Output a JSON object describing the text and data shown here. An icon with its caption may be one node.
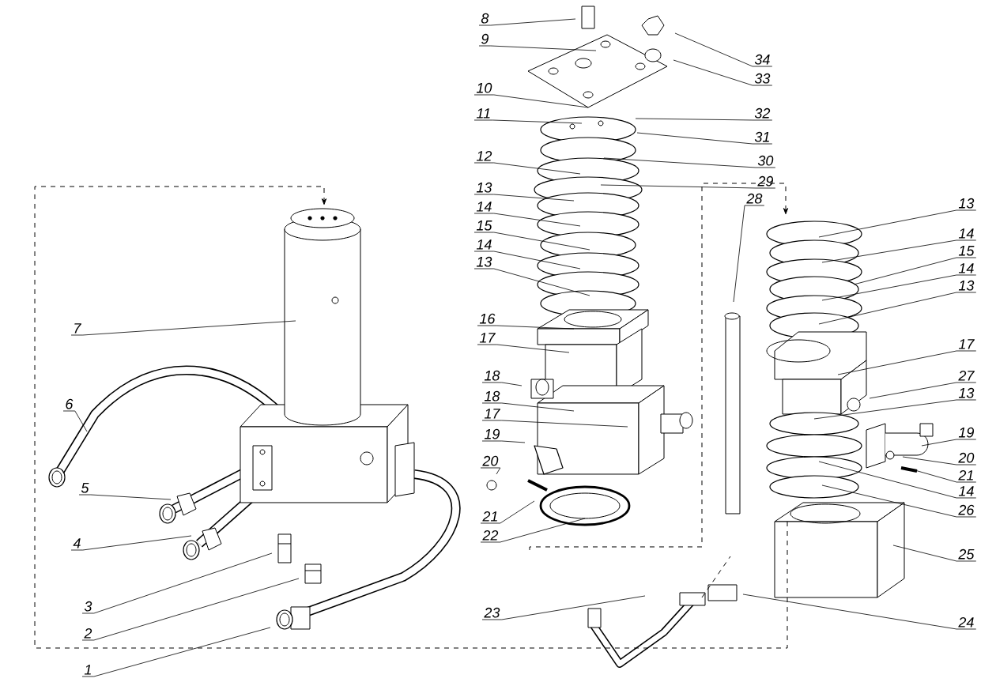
{
  "diagram": {
    "nodes": [
      {
        "text": [
          "7"
        ]
      },
      {
        "text": [
          "6"
        ]
      },
      {
        "text": [
          "5"
        ]
      },
      {
        "text": [
          "4"
        ]
      },
      {
        "text": [
          "3"
        ]
      },
      {
        "text": [
          "2"
        ]
      },
      {
        "text": [
          "1"
        ]
      },
      {
        "text": [
          "8"
        ]
      },
      {
        "text": [
          "9"
        ]
      },
      {
        "text": [
          "10"
        ]
      },
      {
        "text": [
          "11"
        ]
      },
      {
        "text": [
          "12"
        ]
      },
      {
        "text": [
          "13"
        ]
      },
      {
        "text": [
          "14"
        ]
      },
      {
        "text": [
          "15"
        ]
      },
      {
        "text": [
          "14"
        ]
      },
      {
        "text": [
          "13"
        ]
      },
      {
        "text": [
          "16"
        ]
      },
      {
        "text": [
          "17"
        ]
      },
      {
        "text": [
          "18"
        ]
      },
      {
        "text": [
          "18"
        ]
      },
      {
        "text": [
          "17"
        ]
      },
      {
        "text": [
          "19"
        ]
      },
      {
        "text": [
          "20"
        ]
      },
      {
        "text": [
          "21"
        ]
      },
      {
        "text": [
          "22"
        ]
      },
      {
        "text": [
          "23"
        ]
      },
      {
        "text": [
          "34"
        ]
      },
      {
        "text": [
          "33"
        ]
      },
      {
        "text": [
          "32"
        ]
      },
      {
        "text": [
          "31"
        ]
      },
      {
        "text": [
          "30"
        ]
      },
      {
        "text": [
          "29"
        ]
      },
      {
        "text": [
          "28"
        ]
      },
      {
        "text": [
          "13"
        ]
      },
      {
        "text": [
          "14"
        ]
      },
      {
        "text": [
          "15"
        ]
      },
      {
        "text": [
          "14"
        ]
      },
      {
        "text": [
          "13"
        ]
      },
      {
        "text": [
          "17"
        ]
      },
      {
        "text": [
          "27"
        ]
      },
      {
        "text": [
          "13"
        ]
      },
      {
        "text": [
          "19"
        ]
      },
      {
        "text": [
          "20"
        ]
      },
      {
        "text": [
          "21"
        ]
      },
      {
        "text": [
          "14"
        ]
      },
      {
        "text": [
          "26"
        ]
      },
      {
        "text": [
          "25"
        ]
      },
      {
        "text": [
          "24"
        ]
      }
    ],
    "edges": [
      {
        "from": 0,
        "to": null,
        "arrow": "none"
      },
      {
        "from": 1,
        "to": null,
        "arrow": "none"
      },
      {
        "from": 2,
        "to": null,
        "arrow": "none"
      },
      {
        "from": 3,
        "to": null,
        "arrow": "none"
      },
      {
        "from": 4,
        "to": null,
        "arrow": "none"
      },
      {
        "from": 5,
        "to": null,
        "arrow": "none"
      },
      {
        "from": 6,
        "to": null,
        "arrow": "none"
      },
      {
        "from": 7,
        "to": null,
        "arrow": "none"
      },
      {
        "from": 8,
        "to": null,
        "arrow": "none"
      },
      {
        "from": 9,
        "to": null,
        "arrow": "none"
      },
      {
        "from": 10,
        "to": null,
        "arrow": "none"
      },
      {
        "from": 11,
        "to": null,
        "arrow": "none"
      },
      {
        "from": 12,
        "to": null,
        "arrow": "none"
      },
      {
        "from": 13,
        "to": null,
        "arrow": "none"
      },
      {
        "from": 14,
        "to": null,
        "arrow": "none"
      },
      {
        "from": 15,
        "to": null,
        "arrow": "none"
      },
      {
        "from": 16,
        "to": null,
        "arrow": "none"
      },
      {
        "from": 17,
        "to": null,
        "arrow": "none"
      },
      {
        "from": 18,
        "to": null,
        "arrow": "none"
      },
      {
        "from": 19,
        "to": null,
        "arrow": "none"
      },
      {
        "from": 20,
        "to": null,
        "arrow": "none"
      },
      {
        "from": 21,
        "to": null,
        "arrow": "none"
      },
      {
        "from": 22,
        "to": null,
        "arrow": "none"
      },
      {
        "from": 23,
        "to": null,
        "arrow": "none"
      },
      {
        "from": 24,
        "to": null,
        "arrow": "none"
      },
      {
        "from": 25,
        "to": null,
        "arrow": "none"
      },
      {
        "from": 26,
        "to": null,
        "arrow": "none"
      },
      {
        "from": 27,
        "to": null,
        "arrow": "none"
      },
      {
        "from": 28,
        "to": null,
        "arrow": "none"
      },
      {
        "from": 29,
        "to": null,
        "arrow": "none"
      },
      {
        "from": 30,
        "to": null,
        "arrow": "none"
      },
      {
        "from": 31,
        "to": null,
        "arrow": "none"
      },
      {
        "from": 32,
        "to": null,
        "arrow": "none"
      },
      {
        "from": 33,
        "to": null,
        "arrow": "none"
      },
      {
        "from": 34,
        "to": null,
        "arrow": "none"
      },
      {
        "from": 35,
        "to": null,
        "arrow": "none"
      },
      {
        "from": 36,
        "to": null,
        "arrow": "none"
      },
      {
        "from": 37,
        "to": null,
        "arrow": "none"
      },
      {
        "from": 38,
        "to": null,
        "arrow": "none"
      },
      {
        "from": 39,
        "to": null,
        "arrow": "none"
      },
      {
        "from": 40,
        "to": null,
        "arrow": "none"
      },
      {
        "from": 41,
        "to": null,
        "arrow": "none"
      },
      {
        "from": 42,
        "to": null,
        "arrow": "none"
      },
      {
        "from": 43,
        "to": null,
        "arrow": "none"
      },
      {
        "from": 44,
        "to": null,
        "arrow": "none"
      },
      {
        "from": 45,
        "to": null,
        "arrow": "none"
      },
      {
        "from": 46,
        "to": null,
        "arrow": "none"
      },
      {
        "from": 47,
        "to": null,
        "arrow": "none"
      },
      {
        "from": 48,
        "to": null,
        "arrow": "none"
      }
    ]
  }
}
